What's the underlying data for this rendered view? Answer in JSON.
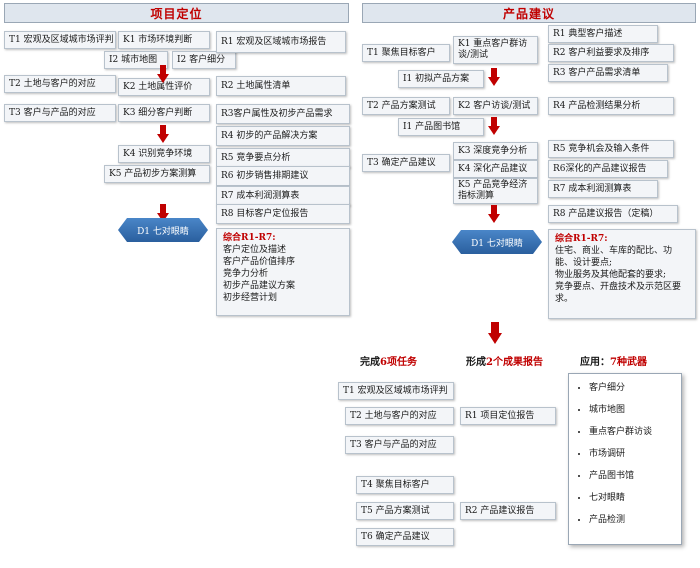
{
  "headers": {
    "left": "项目定位",
    "right": "产品建议"
  },
  "left": {
    "tasks": [
      "T1 宏观及区域城市场评判",
      "T2 土地与客户的对应",
      "T3 客户与产品的对应"
    ],
    "k": {
      "k1": "K1 市场环境判断",
      "i2a": "I2 城市地图",
      "i2b": "I2 客户细分",
      "k2": "K2 土地属性评价",
      "k3": "K3 细分客户判断",
      "k4": "K4 识别竞争环境",
      "k5": "K5 产品初步方案测算"
    },
    "r": [
      "R1 宏观及区域城市场报告",
      "R2 土地属性清单",
      "R3客户属性及初步产品需求",
      "R4 初步的产品解决方案",
      "R5 竞争要点分析",
      "R6 初步销售排期建议",
      "R7 成本利润测算表",
      "R8 目标客户定位报告"
    ],
    "d1": "D1 七对眼睛",
    "summary": {
      "title": "综合R1-R7:",
      "lines": [
        "客户定位及描述",
        "客户产品价值排序",
        "竞争力分析",
        "初步产品建议方案",
        "初步经营计划"
      ]
    }
  },
  "right": {
    "tasks": [
      "T1 聚焦目标客户",
      "T2 产品方案测试",
      "T3 确定产品建议"
    ],
    "k": {
      "k1": "K1 重点客户群访谈/测试",
      "i1": "I1 初拟产品方案",
      "k2": "K2 客户访谈/测试",
      "i1b": "I1 产品图书馆",
      "k3": "K3 深度竞争分析",
      "k4": "K4 深化产品建议",
      "k5": "K5 产品竞争经济指标测算"
    },
    "r": [
      "R1 典型客户描述",
      "R2 客户利益要求及排序",
      "R3 客户产品需求清单",
      "R4 产品检测结果分析",
      "R5 竞争机会及输入条件",
      "R6深化的产品建议报告",
      "R7 成本利润测算表",
      "R8 产品建议报告（定稿）"
    ],
    "d1": "D1 七对眼睛",
    "summary": {
      "title": "综合R1-R7:",
      "lines": [
        "住宅、商业、车库的配比、功能、设计要点;",
        "物业服务及其他配套的要求;",
        "竞争要点、开盘技术及示范区要求。"
      ]
    }
  },
  "bottom": {
    "h1": {
      "pre": "完成",
      "red": "6项任务",
      "post": ""
    },
    "h2": {
      "pre": "形成",
      "red": "2个成果报告",
      "post": ""
    },
    "h3": {
      "pre": "应用：",
      "red": "7种武器",
      "post": ""
    },
    "tasks": [
      "T1 宏观及区域城市场评判",
      "T2 土地与客户的对应",
      "T3 客户与产品的对应",
      "T4 聚焦目标客户",
      "T5 产品方案测试",
      "T6 确定产品建议"
    ],
    "reports": [
      "R1 项目定位报告",
      "R2 产品建议报告"
    ],
    "weapons": [
      "客户细分",
      "城市地图",
      "重点客户群访谈",
      "市场调研",
      "产品图书馆",
      "七对眼睛",
      "产品检测"
    ]
  },
  "colors": {
    "arrow": "#c00000",
    "header_bg": "#dfe6ee",
    "diamond": "#3a74b8"
  }
}
